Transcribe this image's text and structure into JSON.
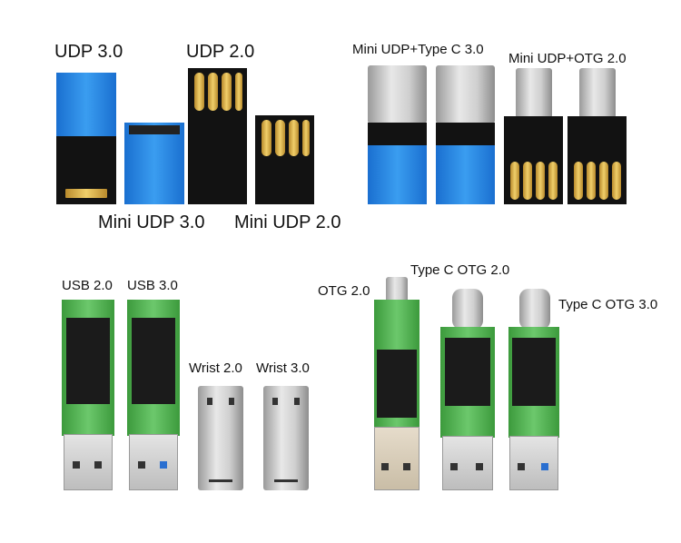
{
  "labels": {
    "udp30": "UDP 3.0",
    "udp20": "UDP 2.0",
    "mini_udp30": "Mini UDP 3.0",
    "mini_udp20": "Mini UDP 2.0",
    "mini_udp_typec30": "Mini UDP+Type C 3.0",
    "mini_udp_otg20": "Mini UDP+OTG 2.0",
    "usb20": "USB 2.0",
    "usb30": "USB 3.0",
    "wrist20": "Wrist 2.0",
    "wrist30": "Wrist 3.0",
    "otg20": "OTG 2.0",
    "typec_otg20": "Type C OTG 2.0",
    "typec_otg30": "Type C OTG 3.0"
  }
}
